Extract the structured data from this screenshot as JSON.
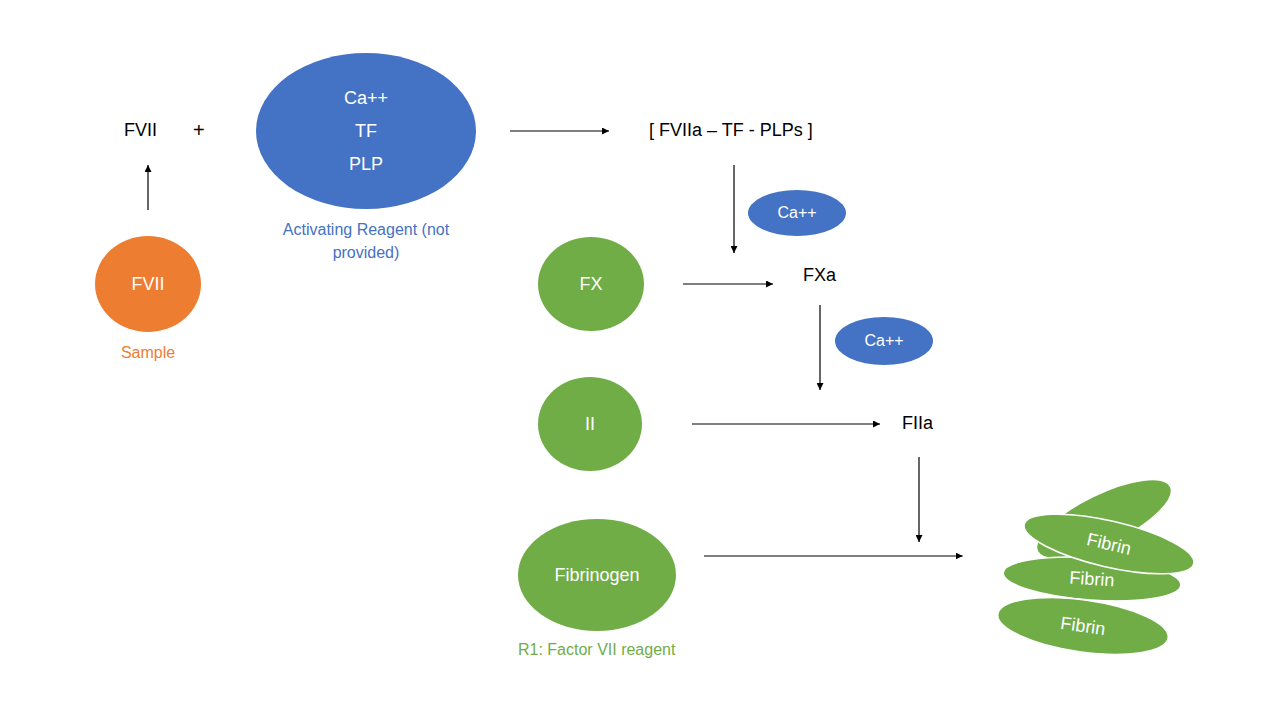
{
  "diagram": {
    "nodes": [
      {
        "text": [
          "FVII"
        ]
      },
      {
        "text": [
          "Ca++",
          "TF",
          "PLP",
          "Activating Reagent (not provided)"
        ]
      },
      {
        "text": [
          "[ FVIIa – TF - PLPs ]"
        ]
      },
      {
        "text": [
          "FVII",
          "Sample"
        ]
      },
      {
        "text": [
          "Ca++"
        ]
      },
      {
        "text": [
          "FX"
        ]
      },
      {
        "text": [
          "FXa"
        ]
      },
      {
        "text": [
          "Ca++"
        ]
      },
      {
        "text": [
          "II"
        ]
      },
      {
        "text": [
          "FIIa"
        ]
      },
      {
        "text": [
          "Fibrinogen"
        ]
      },
      {
        "text": [
          "Fibrin"
        ]
      },
      {
        "text": [
          "Fibrin"
        ]
      },
      {
        "text": [
          "Fibrin"
        ]
      }
    ],
    "edges": [
      {
        "from": 3,
        "to": 0,
        "arrow": "to"
      },
      {
        "from": 1,
        "to": 2,
        "arrow": "to"
      },
      {
        "from": 5,
        "to": 6,
        "arrow": "to"
      },
      {
        "from": 8,
        "to": 9,
        "arrow": "to"
      },
      {
        "from": 10,
        "to": 12,
        "arrow": "to"
      }
    ],
    "labels": [
      "+",
      "R1: Factor VII reagent"
    ]
  }
}
